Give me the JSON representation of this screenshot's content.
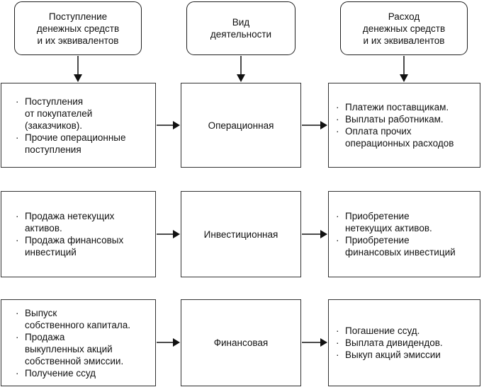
{
  "title": "Cash flow by activity diagram",
  "bullet_char": "·",
  "colors": {
    "background": "#ffffff",
    "border": "#333333",
    "text": "#111111",
    "arrow": "#111111"
  },
  "headers": {
    "inflow": "Поступление\nденежных средств\nи их эквивалентов",
    "activity": "Вид\nдеятельности",
    "outflow": "Расход\nденежных средств\nи их эквивалентов"
  },
  "rows": [
    {
      "activity": "Операционная",
      "inflows": [
        "Поступления\nот покупателей\n(заказчиков).",
        "Прочие операционные\nпоступления"
      ],
      "outflows": [
        "Платежи поставщикам.",
        "Выплаты работникам.",
        "Оплата прочих\nоперационных расходов"
      ]
    },
    {
      "activity": "Инвестиционная",
      "inflows": [
        "Продажа нетекущих\nактивов.",
        "Продажа финансовых\nинвестиций"
      ],
      "outflows": [
        "Приобретение\nнетекущих активов.",
        "Приобретение\nфинансовых инвестиций"
      ]
    },
    {
      "activity": "Финансовая",
      "inflows": [
        "Выпуск\nсобственного капитала.",
        "Продажа\nвыкупленных акций\nсобственной эмиссии.",
        "Получение ссуд"
      ],
      "outflows": [
        "Погашение ссуд.",
        "Выплата дивидендов.",
        "Выкуп акций эмиссии"
      ]
    }
  ]
}
